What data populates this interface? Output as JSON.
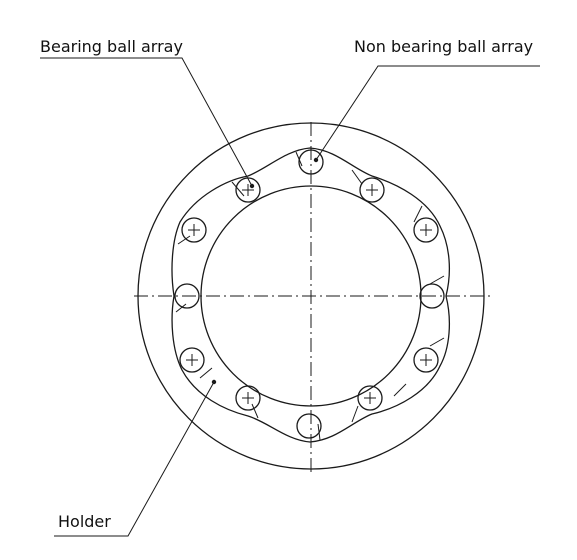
{
  "labels": {
    "bearing": "Bearing ball array",
    "non_bearing": "Non bearing ball array",
    "holder": "Holder"
  },
  "colors": {
    "line": "#1a1a1a",
    "background": "#ffffff"
  },
  "balls": {
    "marked_cross": [
      true,
      true,
      true,
      true,
      true,
      true,
      true,
      true,
      false,
      false,
      false,
      false
    ],
    "count": 12
  }
}
